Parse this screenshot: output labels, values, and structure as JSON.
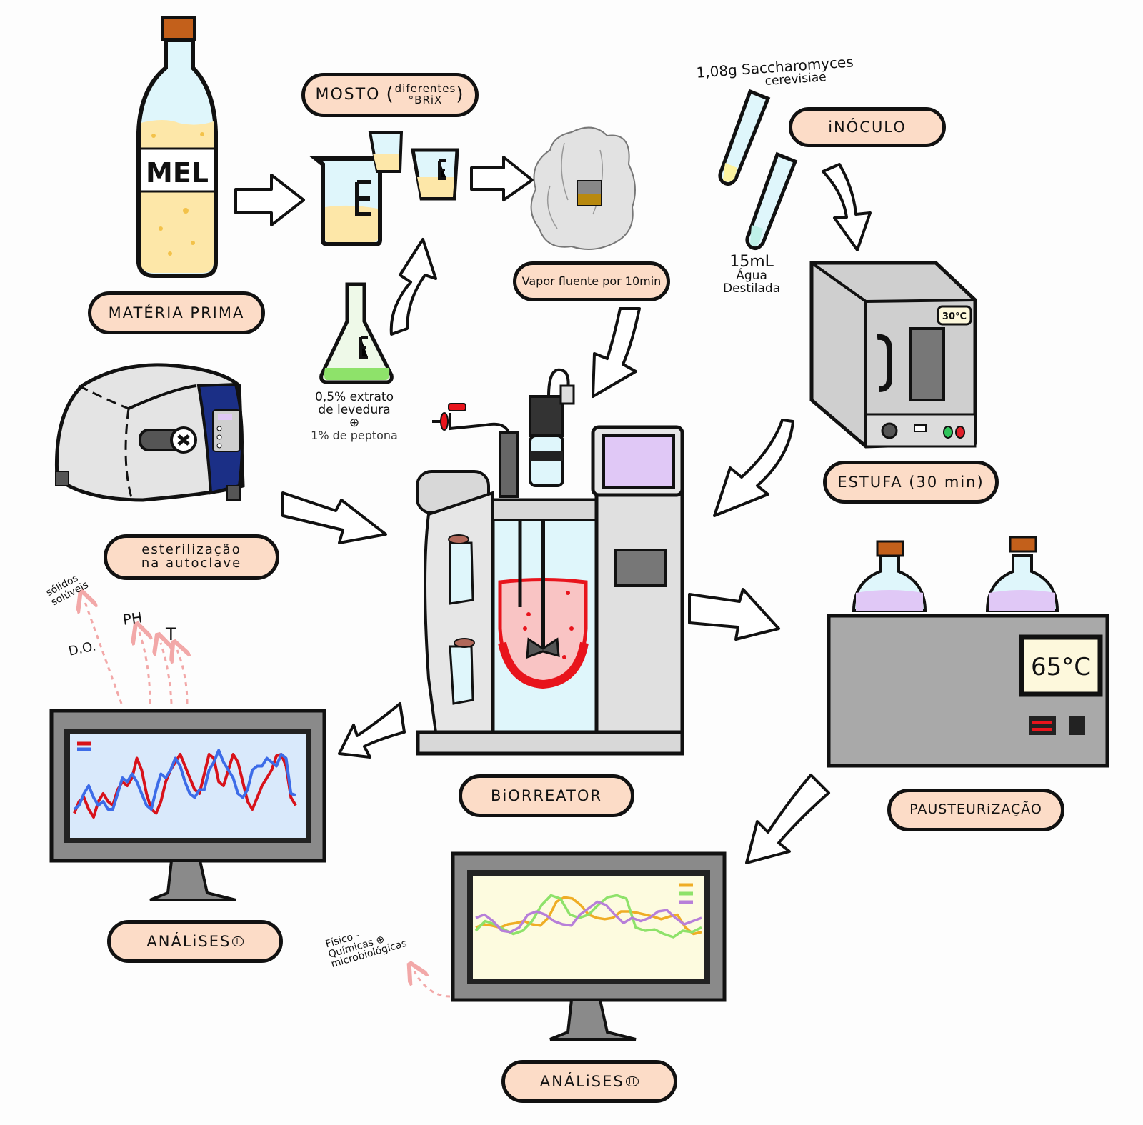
{
  "title": "Fluxograma de produção de hidromel",
  "steps": {
    "materia_prima": {
      "label": "MATÉRIA PRIMA",
      "bottle_label": "MEL"
    },
    "mosto": {
      "label": "MOSTO",
      "sub1": "diferentes",
      "sub2": "°BRiX"
    },
    "vapor": {
      "label": "Vapor fluente por 10min"
    },
    "inoculo": {
      "label": "iNÓCULO"
    },
    "estufa": {
      "label": "ESTUFA (30 min)",
      "display": "30°C"
    },
    "esterilizacao": {
      "line1": "esterilização",
      "line2": "na autoclave"
    },
    "biorreator": {
      "label": "BiORREATOR"
    },
    "pasteurizacao": {
      "label": "PAUSTEURiZAÇÃO",
      "display": "65°C"
    },
    "analises1": {
      "label": "ANÁLiSES",
      "mark": "I"
    },
    "analises2": {
      "label": "ANÁLiSES",
      "mark": "II"
    }
  },
  "notes": {
    "yeast": {
      "line1": "1,08g Saccharomyces",
      "line2": "cerevisiae"
    },
    "water": {
      "line1": "15mL",
      "line2": "Água",
      "line3": "Destilada"
    },
    "nutrients": {
      "line1": "0,5% extrato",
      "line2": "de levedura",
      "line3": "⊕",
      "line4": "1% de peptona"
    },
    "parameters": {
      "solidos1": "sólidos",
      "solidos2": "solúveis",
      "ph": "PH",
      "t": "T",
      "do": "D.O."
    },
    "fisico": {
      "line1": "Físico -",
      "line2": "Químicas ⊕",
      "line3": "microbiológicas"
    }
  },
  "colors": {
    "pill_bg": "#fcdcc7",
    "honey": "#fde7a8",
    "honey_dot": "#f3c24a",
    "glass": "#dff6fb",
    "steel": "#d8d8d8",
    "dark_steel": "#9a9a9a",
    "autoclave_blue": "#1b2f86",
    "fermenter_red": "#e8141c",
    "fermenter_pink": "#f9c4c4",
    "bath_gray": "#a9a9a9",
    "flask_purple": "#e0c8f6",
    "purple_line": "#b77fd9",
    "green": "#8ee26a",
    "orange": "#efad25",
    "chart1_red": "#d8121a",
    "chart1_blue": "#3d6ce8",
    "chart1_bg": "#d9e9fb",
    "chart2_bg": "#fdfbdf"
  },
  "monitor1": {
    "series": [
      {
        "name": "red",
        "values": [
          0.15,
          0.3,
          0.35,
          0.2,
          0.1,
          0.3,
          0.4,
          0.3,
          0.25,
          0.45,
          0.55,
          0.5,
          0.6,
          0.85,
          0.7,
          0.4,
          0.2,
          0.15,
          0.3,
          0.55,
          0.7,
          0.8,
          0.9,
          0.75,
          0.6,
          0.45,
          0.4,
          0.65,
          0.9,
          0.85,
          0.55,
          0.5,
          0.7,
          0.9,
          0.8,
          0.55,
          0.3,
          0.2,
          0.35,
          0.5,
          0.6,
          0.7,
          0.88,
          0.9,
          0.75,
          0.35,
          0.25
        ]
      },
      {
        "name": "blue",
        "values": [
          0.2,
          0.25,
          0.4,
          0.5,
          0.35,
          0.25,
          0.3,
          0.2,
          0.2,
          0.4,
          0.6,
          0.55,
          0.65,
          0.55,
          0.4,
          0.25,
          0.2,
          0.45,
          0.65,
          0.6,
          0.7,
          0.85,
          0.75,
          0.55,
          0.4,
          0.35,
          0.45,
          0.45,
          0.7,
          0.8,
          0.95,
          0.8,
          0.7,
          0.6,
          0.4,
          0.35,
          0.45,
          0.7,
          0.75,
          0.75,
          0.85,
          0.8,
          0.75,
          0.9,
          0.85,
          0.4,
          0.38
        ]
      }
    ]
  },
  "monitor2": {
    "series": [
      {
        "name": "orange",
        "values": [
          0.35,
          0.4,
          0.38,
          0.35,
          0.4,
          0.42,
          0.45,
          0.4,
          0.38,
          0.5,
          0.75,
          0.82,
          0.8,
          0.7,
          0.55,
          0.5,
          0.48,
          0.5,
          0.6,
          0.6,
          0.58,
          0.55,
          0.52,
          0.48,
          0.52,
          0.55,
          0.35,
          0.25,
          0.28
        ]
      },
      {
        "name": "green",
        "values": [
          0.3,
          0.45,
          0.4,
          0.32,
          0.25,
          0.3,
          0.45,
          0.7,
          0.85,
          0.8,
          0.55,
          0.5,
          0.55,
          0.7,
          0.82,
          0.85,
          0.8,
          0.35,
          0.3,
          0.32,
          0.25,
          0.2,
          0.3,
          0.28,
          0.35
        ]
      },
      {
        "name": "purple",
        "values": [
          0.5,
          0.55,
          0.45,
          0.3,
          0.28,
          0.35,
          0.55,
          0.6,
          0.55,
          0.45,
          0.4,
          0.38,
          0.55,
          0.65,
          0.75,
          0.7,
          0.55,
          0.42,
          0.5,
          0.45,
          0.5,
          0.6,
          0.62,
          0.5,
          0.4,
          0.45,
          0.5
        ]
      }
    ]
  }
}
